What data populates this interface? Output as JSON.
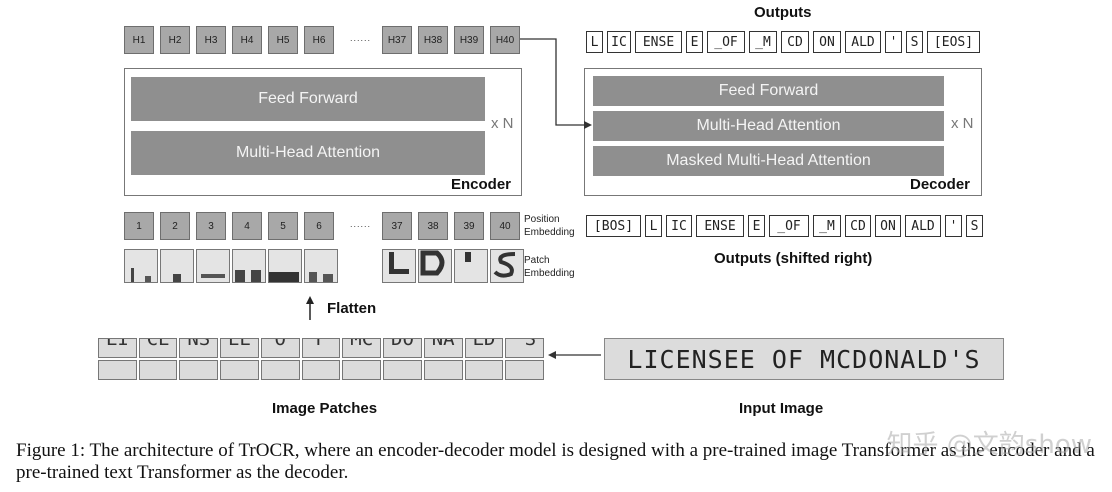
{
  "hidden_states": [
    "H1",
    "H2",
    "H3",
    "H4",
    "H5",
    "H6",
    "H37",
    "H38",
    "H39",
    "H40"
  ],
  "position_ids": [
    "1",
    "2",
    "3",
    "4",
    "5",
    "6",
    "37",
    "38",
    "39",
    "40"
  ],
  "ellipsis": "......",
  "encoder": {
    "title": "Encoder",
    "layers": [
      "Feed Forward",
      "Multi-Head Attention"
    ],
    "repeat": "x N"
  },
  "decoder": {
    "title": "Decoder",
    "layers": [
      "Feed Forward",
      "Multi-Head Attention",
      "Masked Multi-Head Attention"
    ],
    "repeat": "x N"
  },
  "outputs": {
    "title": "Outputs",
    "tokens": [
      "L",
      "IC",
      "ENSE",
      "E",
      "_OF",
      "_M",
      "CD",
      "ON",
      "ALD",
      "'",
      "S",
      "[EOS]"
    ]
  },
  "outputs_shifted": {
    "title": "Outputs (shifted right)",
    "tokens": [
      "[BOS]",
      "L",
      "IC",
      "ENSE",
      "E",
      "_OF",
      "_M",
      "CD",
      "ON",
      "ALD",
      "'",
      "S"
    ]
  },
  "labels": {
    "position_embedding": "Position Embedding",
    "patch_embedding": "Patch Embedding",
    "flatten": "Flatten",
    "image_patches": "Image Patches",
    "input_image": "Input Image",
    "input_text": "LICENSEE OF MCDONALD'S"
  },
  "patch_glyphs": [
    "LI",
    "CE",
    "NS",
    "EE",
    " O",
    "F ",
    "MC",
    "DO",
    "NA",
    "LD",
    "'S"
  ],
  "caption": "Figure 1: The architecture of TrOCR, where an encoder-decoder model is designed with a pre-trained image Transformer as the encoder and a pre-trained text Transformer as the decoder.",
  "watermark": "知乎 @文韵show",
  "colors": {
    "layer": "#8f8f8f",
    "box": "#a8a8a8",
    "arrow": "#333333"
  }
}
